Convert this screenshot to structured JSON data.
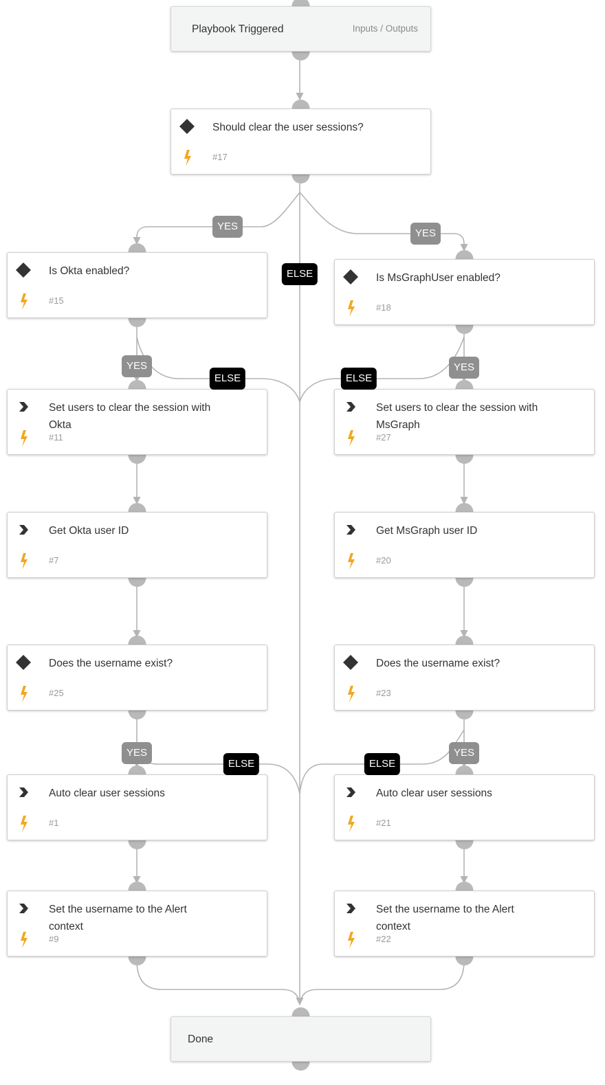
{
  "start": {
    "title": "Playbook Triggered",
    "io_link": "Inputs / Outputs"
  },
  "end": {
    "title": "Done"
  },
  "tasks": {
    "t17": {
      "title": "Should clear the user sessions?",
      "num": "#17",
      "kind": "condition"
    },
    "t15": {
      "title": "Is Okta enabled?",
      "num": "#15",
      "kind": "condition"
    },
    "t18": {
      "title": "Is MsGraphUser enabled?",
      "num": "#18",
      "kind": "condition"
    },
    "t11": {
      "title": "Set users to clear the session with Okta",
      "num": "#11",
      "kind": "action"
    },
    "t27": {
      "title": "Set users to clear the session with MsGraph",
      "num": "#27",
      "kind": "action"
    },
    "t7": {
      "title": "Get Okta user ID",
      "num": "#7",
      "kind": "action"
    },
    "t20": {
      "title": "Get MsGraph user ID",
      "num": "#20",
      "kind": "action"
    },
    "t25": {
      "title": "Does the username exist?",
      "num": "#25",
      "kind": "condition"
    },
    "t23": {
      "title": "Does the username exist?",
      "num": "#23",
      "kind": "condition"
    },
    "t1": {
      "title": "Auto clear user sessions",
      "num": "#1",
      "kind": "action"
    },
    "t21": {
      "title": "Auto clear user sessions",
      "num": "#21",
      "kind": "action"
    },
    "t9": {
      "title": "Set the username to the Alert context",
      "num": "#9",
      "kind": "action"
    },
    "t22": {
      "title": "Set the username to the Alert context",
      "num": "#22",
      "kind": "action"
    }
  },
  "labels": {
    "yes": "YES",
    "else": "ELSE"
  },
  "colors": {
    "edge": "#b4b4b4",
    "connector": "#b9b9b9",
    "bolt": "#f0a823",
    "icon": "#333333"
  }
}
